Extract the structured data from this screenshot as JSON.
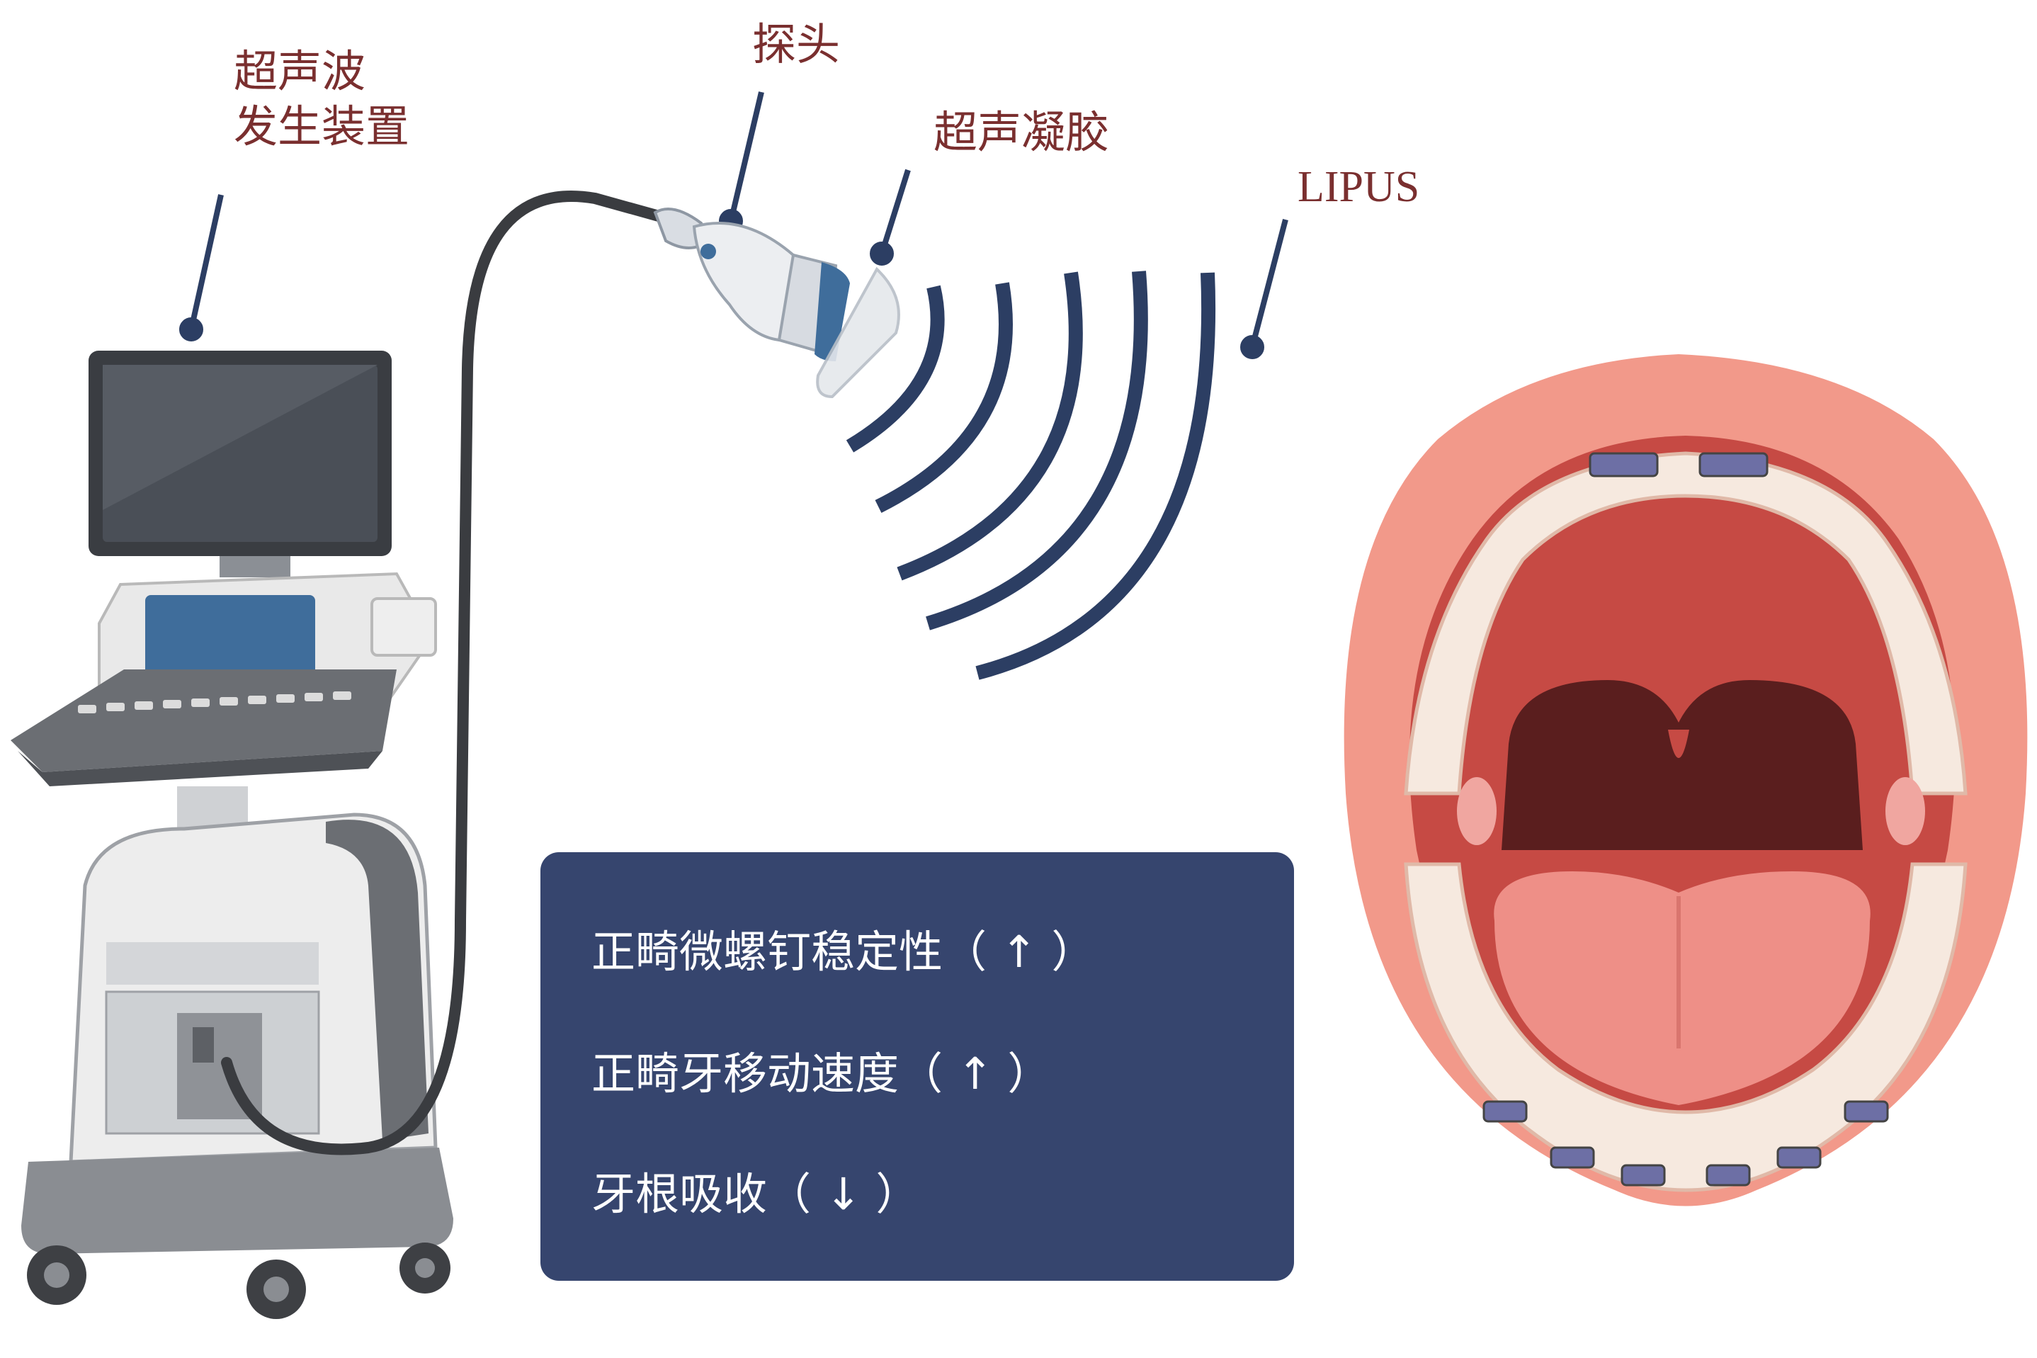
{
  "labels": {
    "device_line1": "超声波",
    "device_line2": "发生装置",
    "probe": "探头",
    "gel": "超声凝胶",
    "lipus": "LIPUS"
  },
  "effects": [
    "正畸微螺钉稳定性（ ↑ ）",
    "正畸牙移动速度（ ↑ ）",
    "牙根吸收（ ↓ ）"
  ],
  "icons": {
    "device": "ultrasound-machine-icon",
    "probe": "ultrasound-probe-icon",
    "gel": "gel-pad-icon",
    "waves": "ultrasound-waves-icon",
    "mouth": "open-mouth-braces-icon"
  },
  "colors": {
    "label_text": "#7a2f2f",
    "leader_line": "#2c3e63",
    "wave": "#2c3e63",
    "box_fill": "#36456e",
    "box_text": "#ffffff",
    "lips": "#f2998a",
    "oral_cavity": "#c64a44",
    "throat": "#5a1e1e",
    "tongue": "#ee8f87",
    "teeth": "#f6e9df"
  }
}
